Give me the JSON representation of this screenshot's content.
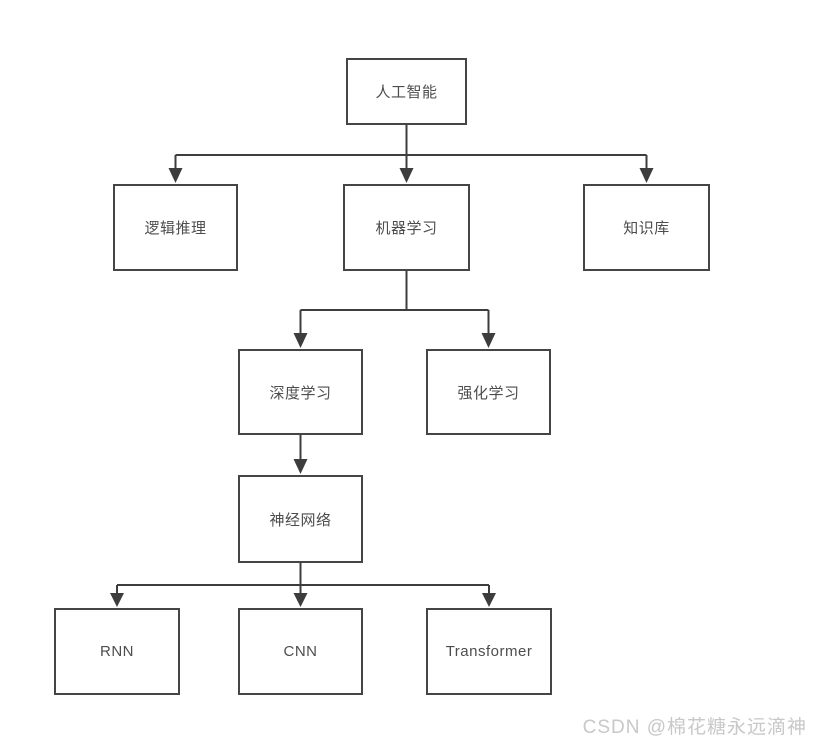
{
  "diagram": {
    "nodes": [
      {
        "id": "ai",
        "label": "人工智能"
      },
      {
        "id": "logic",
        "label": "逻辑推理"
      },
      {
        "id": "ml",
        "label": "机器学习"
      },
      {
        "id": "kb",
        "label": "知识库"
      },
      {
        "id": "dl",
        "label": "深度学习"
      },
      {
        "id": "rl",
        "label": "强化学习"
      },
      {
        "id": "nn",
        "label": "神经网络"
      },
      {
        "id": "rnn",
        "label": "RNN"
      },
      {
        "id": "cnn",
        "label": "CNN"
      },
      {
        "id": "transformer",
        "label": "Transformer"
      }
    ],
    "edges": [
      {
        "from": "人工智能",
        "to": "逻辑推理"
      },
      {
        "from": "人工智能",
        "to": "机器学习"
      },
      {
        "from": "人工智能",
        "to": "知识库"
      },
      {
        "from": "机器学习",
        "to": "深度学习"
      },
      {
        "from": "机器学习",
        "to": "强化学习"
      },
      {
        "from": "深度学习",
        "to": "神经网络"
      },
      {
        "from": "神经网络",
        "to": "RNN"
      },
      {
        "from": "神经网络",
        "to": "CNN"
      },
      {
        "from": "神经网络",
        "to": "Transformer"
      }
    ],
    "colors": {
      "background": "#ffffff",
      "box_border": "#454545",
      "box_fill": "#ffffff",
      "text": "#4d4d4d",
      "connector": "#3d3d3d",
      "watermark": "#c8c8c8"
    }
  },
  "watermark": {
    "text": "CSDN @棉花糖永远滴神"
  }
}
